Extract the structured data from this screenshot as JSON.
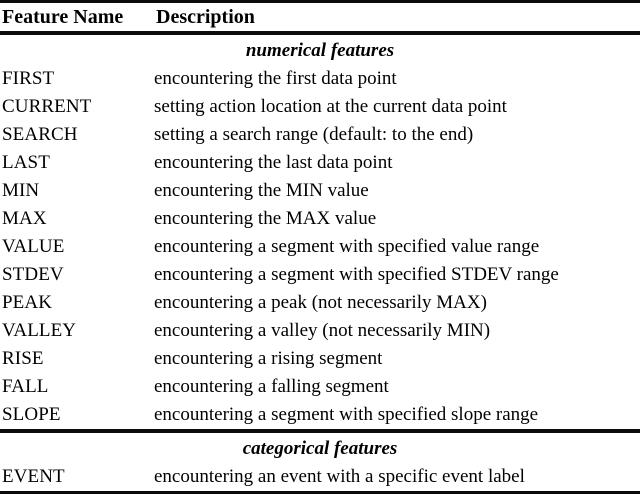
{
  "table": {
    "columns": [
      "Feature Name",
      "Description"
    ],
    "sections": [
      {
        "title": "numerical features",
        "rows": [
          {
            "name": "FIRST",
            "description": "encountering the first data point"
          },
          {
            "name": "CURRENT",
            "description": "setting action location at the current data point"
          },
          {
            "name": "SEARCH",
            "description": "setting a search range (default: to the end)"
          },
          {
            "name": "LAST",
            "description": "encountering the last data point"
          },
          {
            "name": "MIN",
            "description": "encountering the MIN value"
          },
          {
            "name": "MAX",
            "description": "encountering the MAX value"
          },
          {
            "name": "VALUE",
            "description": "encountering a segment with specified value range"
          },
          {
            "name": "STDEV",
            "description": "encountering a segment with specified STDEV range"
          },
          {
            "name": "PEAK",
            "description": "encountering a peak (not necessarily MAX)"
          },
          {
            "name": "VALLEY",
            "description": "encountering a valley (not necessarily MIN)"
          },
          {
            "name": "RISE",
            "description": "encountering a rising segment"
          },
          {
            "name": "FALL",
            "description": "encountering a falling segment"
          },
          {
            "name": "SLOPE",
            "description": "encountering a segment with specified slope range"
          }
        ]
      },
      {
        "title": "categorical features",
        "rows": [
          {
            "name": "EVENT",
            "description": "encountering an event with a specific event label"
          }
        ]
      }
    ]
  },
  "colors": {
    "text": "#000000",
    "rule": "#0b0b0b",
    "background": "#ffffff"
  }
}
